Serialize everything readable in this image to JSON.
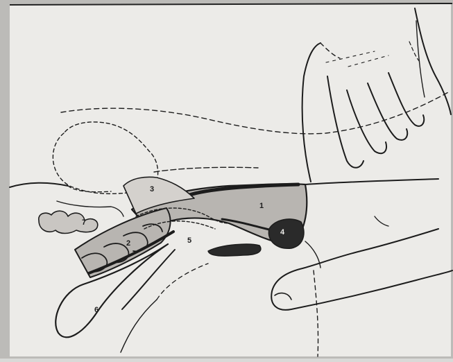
{
  "diagram": {
    "labels": {
      "l1": "1",
      "l2": "2",
      "l3": "3",
      "l4": "4",
      "l5": "5",
      "l6": "6",
      "l7": "7"
    },
    "colors": {
      "paper": "#ecebe8",
      "ink": "#1c1c1c",
      "shade": "#b8b5b1",
      "shade_light": "#d4d1cd"
    }
  }
}
